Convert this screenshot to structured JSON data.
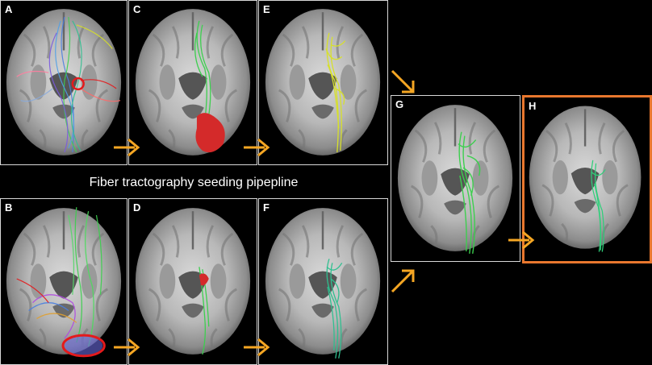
{
  "caption": "Fiber tractography seeding pipepline",
  "panels": {
    "A": {
      "label": "A"
    },
    "B": {
      "label": "B"
    },
    "C": {
      "label": "C"
    },
    "D": {
      "label": "D"
    },
    "E": {
      "label": "E"
    },
    "F": {
      "label": "F"
    },
    "G": {
      "label": "G"
    },
    "H": {
      "label": "H"
    }
  },
  "colors": {
    "arrow": "#f5a623",
    "highlight_border": "#e8772e",
    "panel_border": "#d8d8d8",
    "seed_roi": "#e41a1c",
    "fibers_yellow": "#d7e02a",
    "fibers_green": "#3ccf4e",
    "fibers_teal": "#2fbf8f",
    "fibers_blue": "#4a7fe0"
  }
}
